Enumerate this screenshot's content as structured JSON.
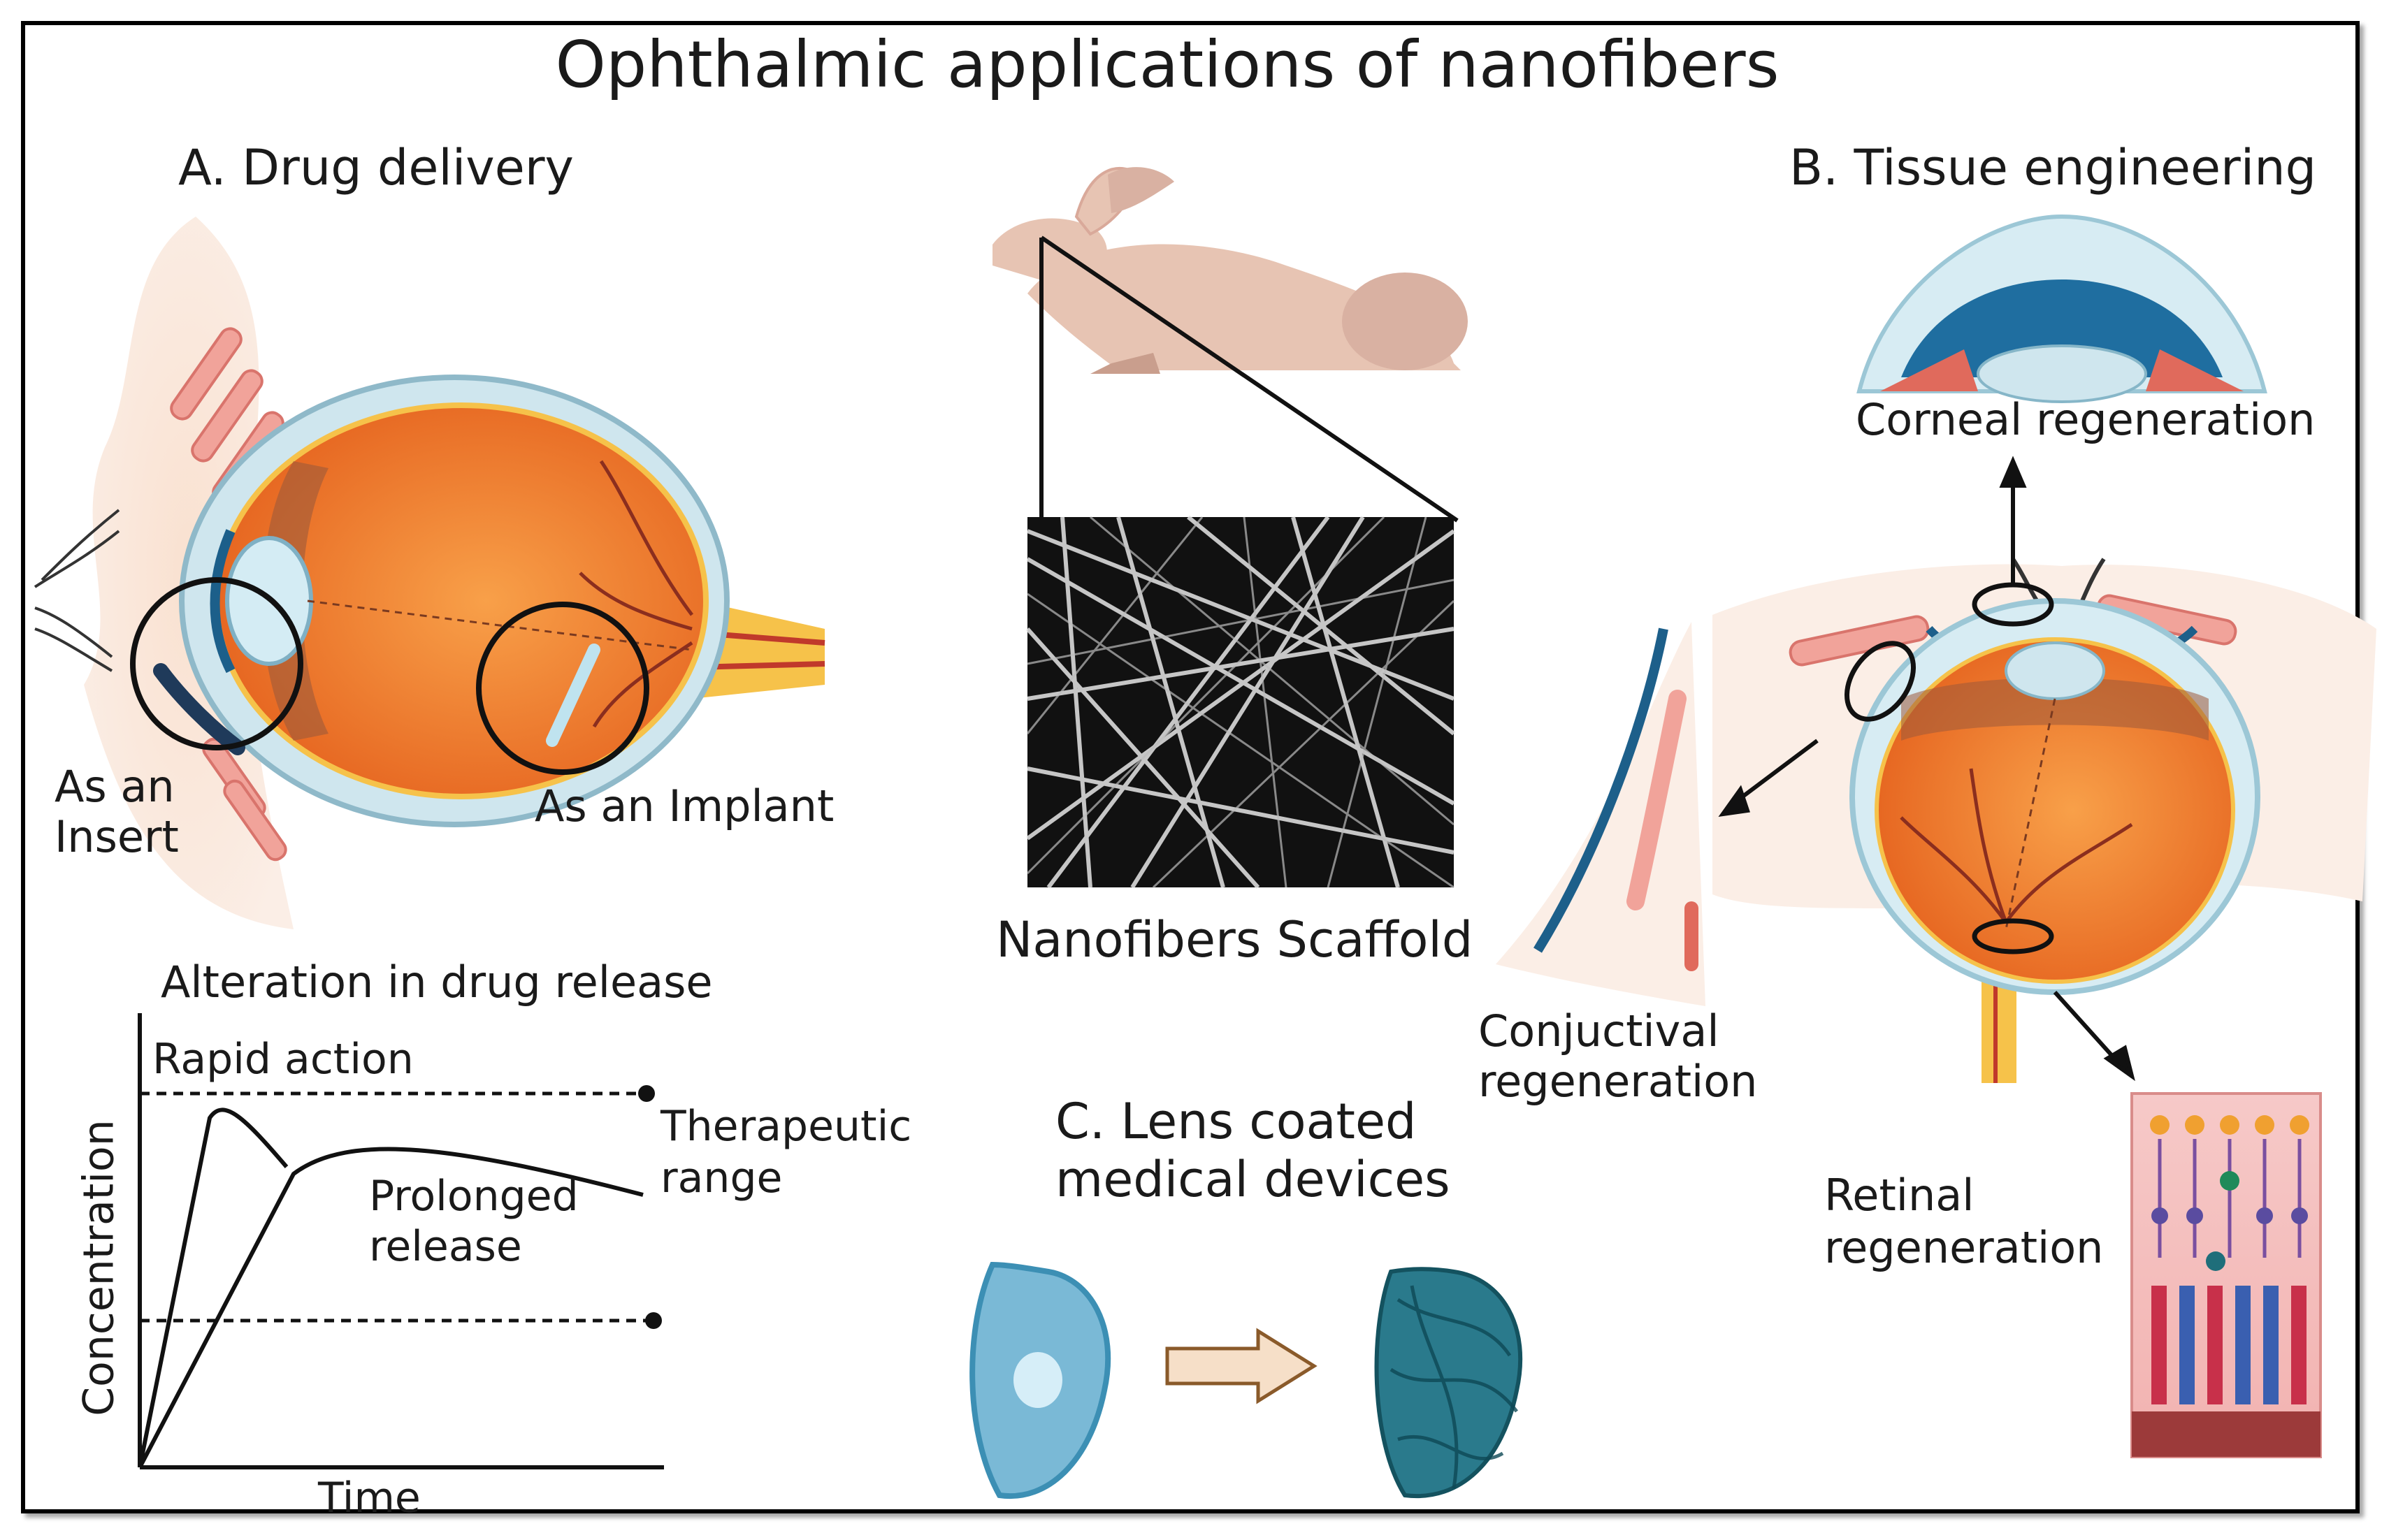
{
  "title": "Ophthalmic applications of nanofibers",
  "sections": {
    "drug_delivery": "A. Drug delivery",
    "tissue_engineering": "B. Tissue engineering",
    "lens_line1": "C. Lens coated",
    "lens_line2": "medical devices"
  },
  "labels": {
    "insert_line1": "As an",
    "insert_line2": "Insert",
    "implant": "As an Implant",
    "scaffold": "Nanofibers Scaffold",
    "alteration": "Alteration in drug release",
    "corneal": "Corneal regeneration",
    "conj_line1": "Conjuctival",
    "conj_line2": "regeneration",
    "retinal_line1": "Retinal",
    "retinal_line2": "regeneration"
  },
  "graph": {
    "rapid": "Rapid action",
    "therapeutic_line1": "Therapeutic",
    "therapeutic_line2": "range",
    "prolonged_line1": "Prolonged",
    "prolonged_line2": "release",
    "ylabel": "Concentration",
    "xlabel": "Time"
  },
  "colors": {
    "eye_orange": "#f07a2a",
    "sclera_blue": "#cfe6ee",
    "skin": "#f6d9c6",
    "lens_blue": "#5fa9c9",
    "fiber_teal": "#1b6e80"
  }
}
